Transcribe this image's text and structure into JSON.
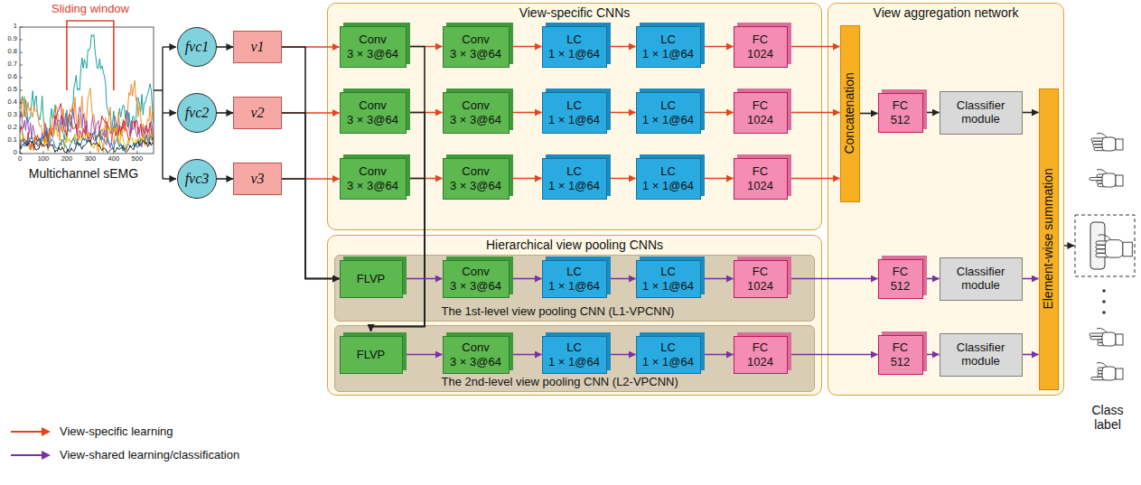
{
  "diagram": {
    "nodes": [
      {
        "text": [
          "fvc1"
        ]
      },
      {
        "text": [
          "v1"
        ]
      },
      {
        "text": [
          "fvc2"
        ]
      },
      {
        "text": [
          "v2"
        ]
      },
      {
        "text": [
          "fvc3"
        ]
      },
      {
        "text": [
          "v3"
        ]
      },
      {
        "text": [
          "View-specific CNNs"
        ]
      },
      {
        "text": [
          "Conv",
          "3 × 3@64"
        ],
        "in": 6
      },
      {
        "text": [
          "Conv",
          "3 × 3@64"
        ],
        "in": 6
      },
      {
        "text": [
          "LC",
          "1 × 1@64"
        ],
        "in": 6
      },
      {
        "text": [
          "LC",
          "1 × 1@64"
        ],
        "in": 6
      },
      {
        "text": [
          "FC",
          "1024"
        ],
        "in": 6
      },
      {
        "text": [
          "Conv",
          "3 × 3@64"
        ],
        "in": 6
      },
      {
        "text": [
          "Conv",
          "3 × 3@64"
        ],
        "in": 6
      },
      {
        "text": [
          "LC",
          "1 × 1@64"
        ],
        "in": 6
      },
      {
        "text": [
          "LC",
          "1 × 1@64"
        ],
        "in": 6
      },
      {
        "text": [
          "FC",
          "1024"
        ],
        "in": 6
      },
      {
        "text": [
          "Conv",
          "3 × 3@64"
        ],
        "in": 6
      },
      {
        "text": [
          "Conv",
          "3 × 3@64"
        ],
        "in": 6
      },
      {
        "text": [
          "LC",
          "1 × 1@64"
        ],
        "in": 6
      },
      {
        "text": [
          "LC",
          "1 × 1@64"
        ],
        "in": 6
      },
      {
        "text": [
          "FC",
          "1024"
        ],
        "in": 6
      },
      {
        "text": [
          "Hierarchical view pooling CNNs"
        ]
      },
      {
        "text": [
          "The 1st-level view pooling CNN (L1-VPCNN)"
        ],
        "in": 22
      },
      {
        "text": [
          "FLVP"
        ],
        "in": 23
      },
      {
        "text": [
          "Conv",
          "3 × 3@64"
        ],
        "in": 23
      },
      {
        "text": [
          "LC",
          "1 × 1@64"
        ],
        "in": 23
      },
      {
        "text": [
          "LC",
          "1 × 1@64"
        ],
        "in": 23
      },
      {
        "text": [
          "FC",
          "1024"
        ],
        "in": 23
      },
      {
        "text": [
          "The 2nd-level view pooling CNN (L2-VPCNN)"
        ],
        "in": 22
      },
      {
        "text": [
          "FLVP"
        ],
        "in": 29
      },
      {
        "text": [
          "Conv",
          "3 × 3@64"
        ],
        "in": 29
      },
      {
        "text": [
          "LC",
          "1 × 1@64"
        ],
        "in": 29
      },
      {
        "text": [
          "LC",
          "1 × 1@64"
        ],
        "in": 29
      },
      {
        "text": [
          "FC",
          "1024"
        ],
        "in": 29
      },
      {
        "text": [
          "View aggregation network"
        ]
      },
      {
        "text": [
          "Concatenation"
        ],
        "in": 35
      },
      {
        "text": [
          "FC",
          "512"
        ],
        "in": 35
      },
      {
        "text": [
          "Classifier module"
        ],
        "in": 35
      },
      {
        "text": [
          "FC",
          "512"
        ],
        "in": 35
      },
      {
        "text": [
          "Classifier module"
        ],
        "in": 35
      },
      {
        "text": [
          "FC",
          "512"
        ],
        "in": 35
      },
      {
        "text": [
          "Classifier module"
        ],
        "in": 35
      },
      {
        "text": [
          "Element-wise summation"
        ],
        "in": 35
      }
    ],
    "edges": [
      {
        "from": 0,
        "to": 1,
        "arrow": "to"
      },
      {
        "from": 2,
        "to": 3,
        "arrow": "to"
      },
      {
        "from": 4,
        "to": 5,
        "arrow": "to"
      },
      {
        "from": 1,
        "to": 7,
        "arrow": "to"
      },
      {
        "from": 7,
        "to": 8,
        "arrow": "to"
      },
      {
        "from": 8,
        "to": 9,
        "arrow": "to"
      },
      {
        "from": 9,
        "to": 10,
        "arrow": "to"
      },
      {
        "from": 10,
        "to": 11,
        "arrow": "to"
      },
      {
        "from": 3,
        "to": 12,
        "arrow": "to"
      },
      {
        "from": 12,
        "to": 13,
        "arrow": "to"
      },
      {
        "from": 13,
        "to": 14,
        "arrow": "to"
      },
      {
        "from": 14,
        "to": 15,
        "arrow": "to"
      },
      {
        "from": 15,
        "to": 16,
        "arrow": "to"
      },
      {
        "from": 5,
        "to": 17,
        "arrow": "to"
      },
      {
        "from": 17,
        "to": 18,
        "arrow": "to"
      },
      {
        "from": 18,
        "to": 19,
        "arrow": "to"
      },
      {
        "from": 19,
        "to": 20,
        "arrow": "to"
      },
      {
        "from": 20,
        "to": 21,
        "arrow": "to"
      },
      {
        "from": 11,
        "to": 36,
        "arrow": "to"
      },
      {
        "from": 16,
        "to": 36,
        "arrow": "to"
      },
      {
        "from": 21,
        "to": 36,
        "arrow": "to"
      },
      {
        "from": 36,
        "to": 37,
        "arrow": "to"
      },
      {
        "from": 37,
        "to": 38,
        "arrow": "to"
      },
      {
        "from": 38,
        "to": 43,
        "arrow": "to"
      },
      {
        "from": 1,
        "to": 24,
        "arrow": "to"
      },
      {
        "from": 3,
        "to": 24,
        "arrow": "to"
      },
      {
        "from": 5,
        "to": 24,
        "arrow": "to"
      },
      {
        "from": 7,
        "to": 30,
        "arrow": "to"
      },
      {
        "from": 12,
        "to": 30,
        "arrow": "to"
      },
      {
        "from": 17,
        "to": 30,
        "arrow": "to"
      },
      {
        "from": 24,
        "to": 25,
        "arrow": "to"
      },
      {
        "from": 25,
        "to": 26,
        "arrow": "to"
      },
      {
        "from": 26,
        "to": 27,
        "arrow": "to"
      },
      {
        "from": 27,
        "to": 28,
        "arrow": "to"
      },
      {
        "from": 28,
        "to": 39,
        "arrow": "to"
      },
      {
        "from": 39,
        "to": 40,
        "arrow": "to"
      },
      {
        "from": 40,
        "to": 43,
        "arrow": "to"
      },
      {
        "from": 30,
        "to": 31,
        "arrow": "to"
      },
      {
        "from": 31,
        "to": 32,
        "arrow": "to"
      },
      {
        "from": 32,
        "to": 33,
        "arrow": "to"
      },
      {
        "from": 33,
        "to": 34,
        "arrow": "to"
      },
      {
        "from": 34,
        "to": 41,
        "arrow": "to"
      },
      {
        "from": 41,
        "to": 42,
        "arrow": "to"
      },
      {
        "from": 42,
        "to": 43,
        "arrow": "to"
      }
    ],
    "labels": [
      "Sliding window",
      "1",
      "0.9",
      "0.8",
      "0.7",
      "0.6",
      "0.5",
      "0.4",
      "0.3",
      "0.2",
      "0.1",
      "0",
      "0",
      "100",
      "200",
      "300",
      "400",
      "500",
      "Multichannel sEMG",
      "Class label"
    ],
    "legend": [
      {
        "text": "View-specific learning"
      },
      {
        "text": "View-shared learning/classification"
      }
    ]
  }
}
